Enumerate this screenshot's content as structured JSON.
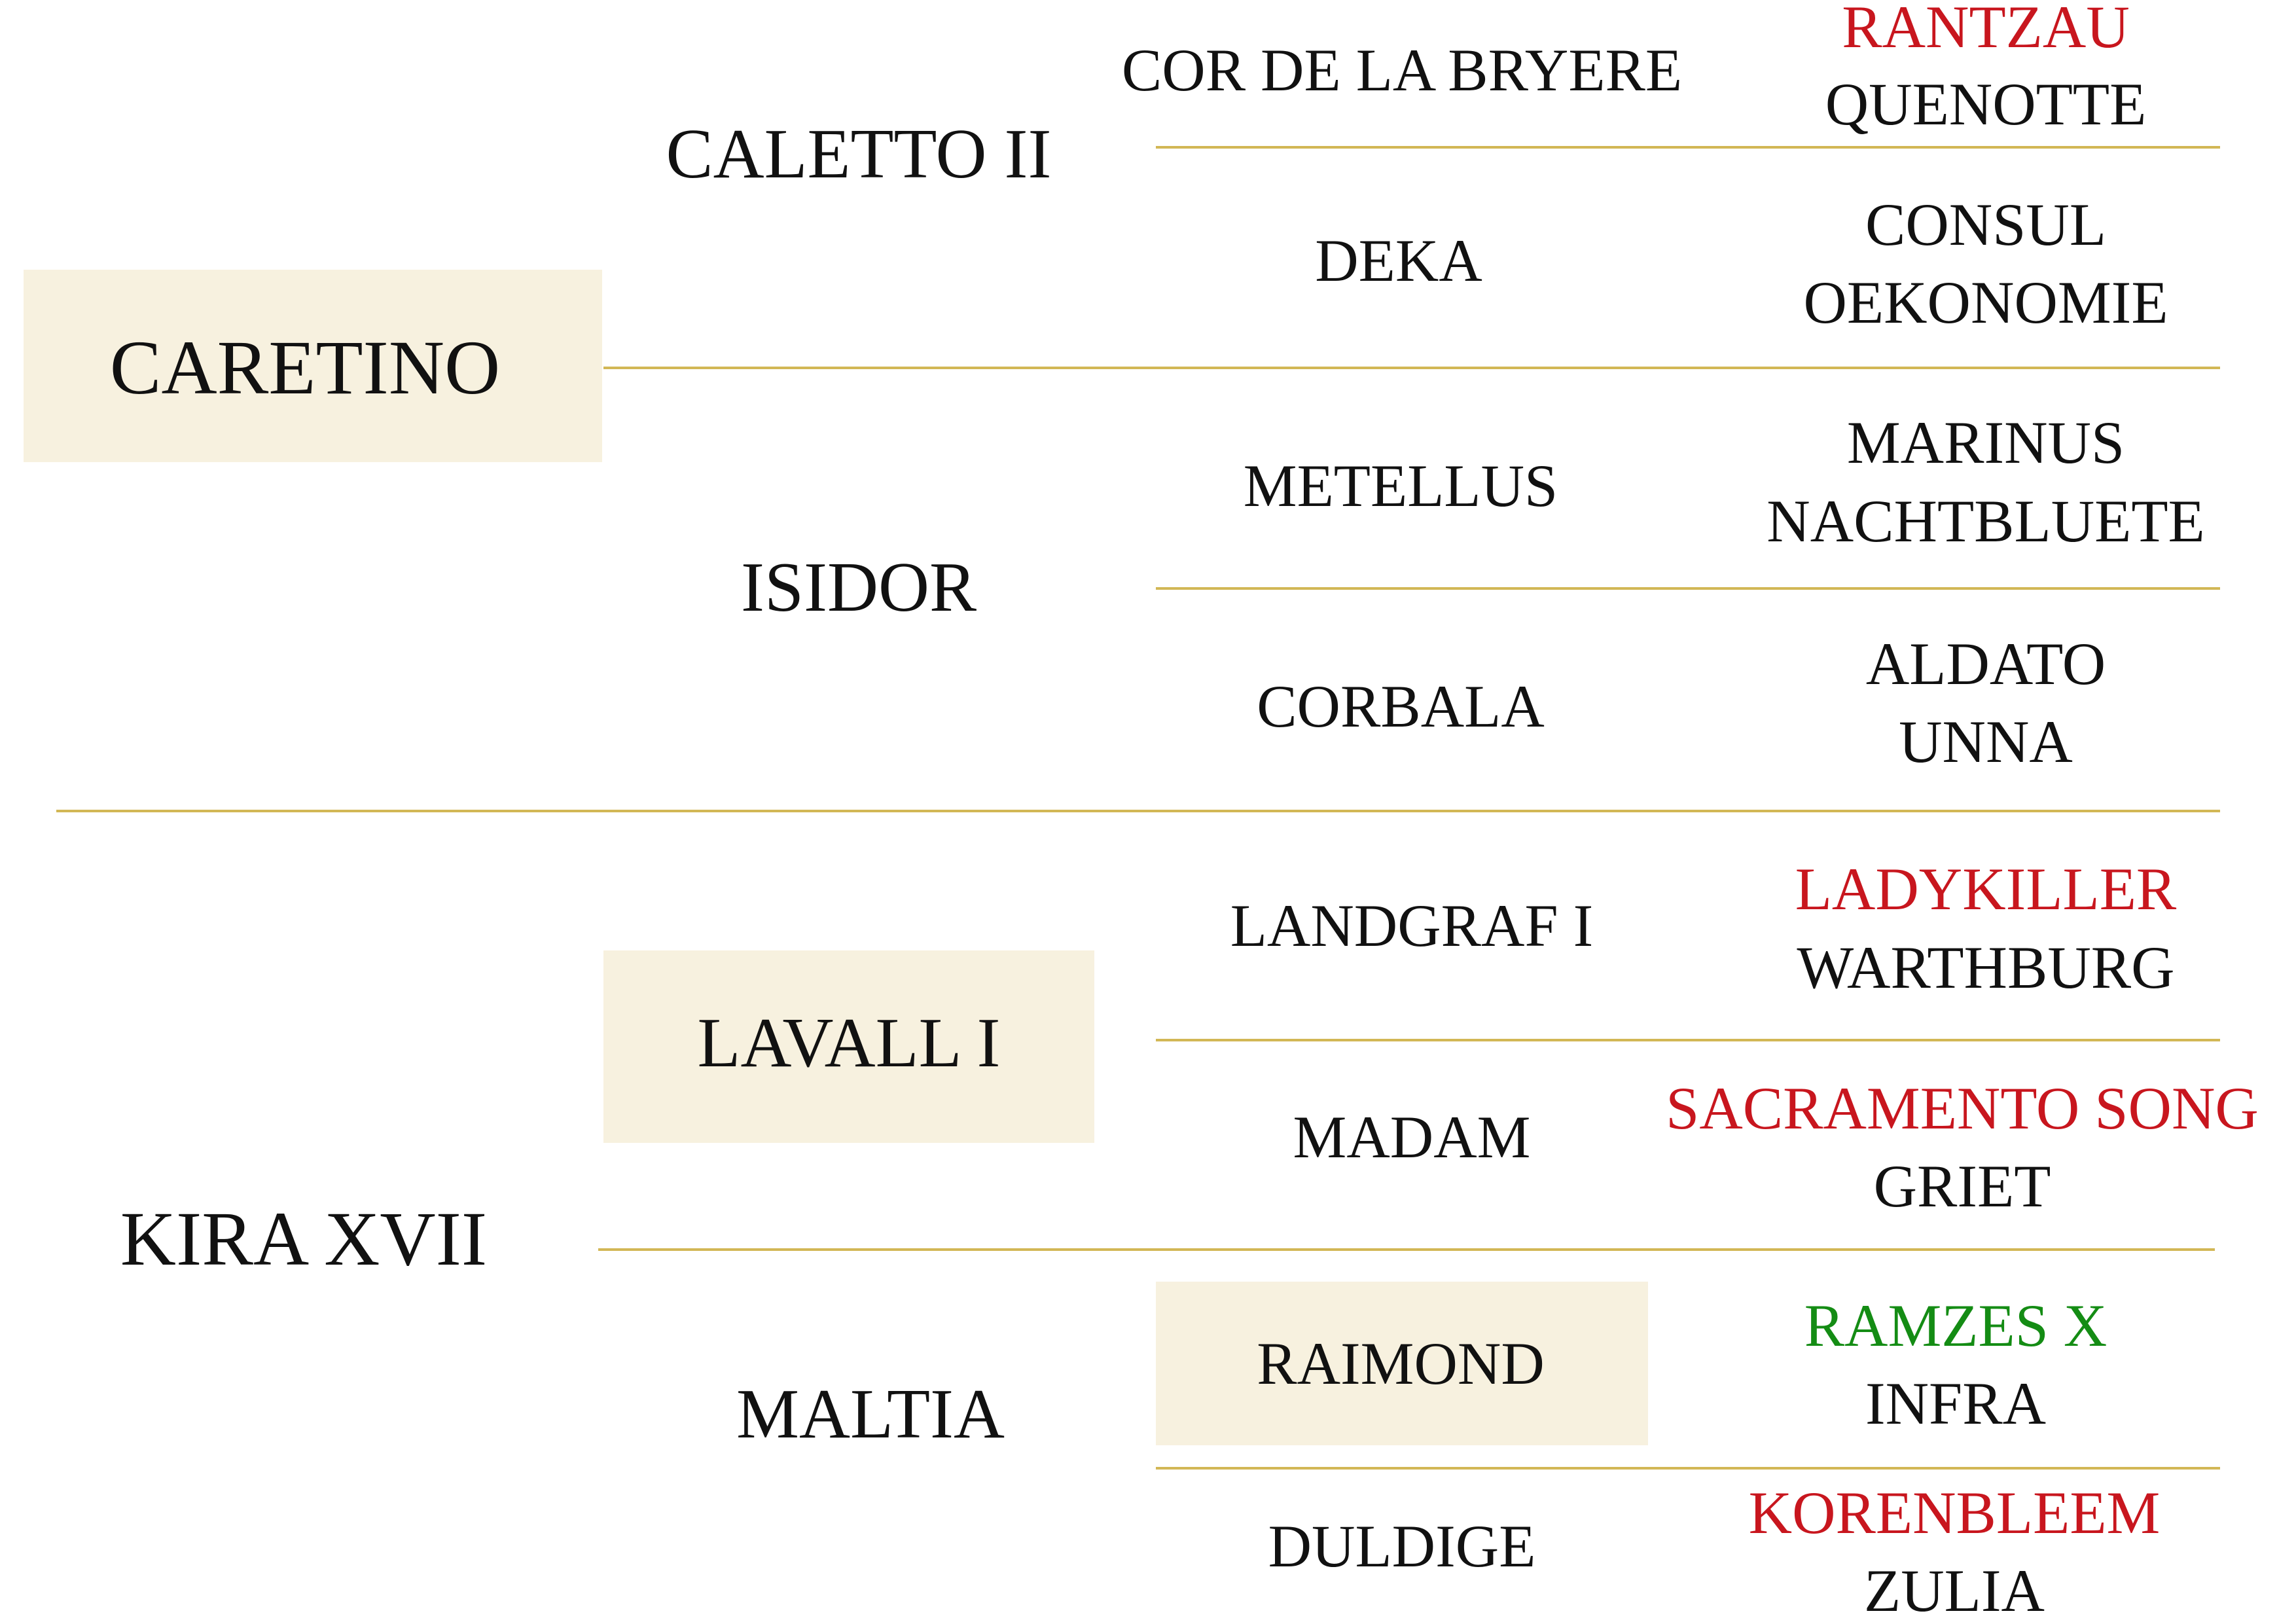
{
  "colors": {
    "rule": "#d2b755",
    "highlight_bg": "#f7f1df",
    "text_default": "#111111",
    "text_red": "#c8161e",
    "text_green": "#148c14"
  },
  "pedigree": {
    "sire": {
      "name": "CARETINO",
      "highlighted": true,
      "sire": {
        "name": "CALETTO II",
        "sire": {
          "name": "COR DE LA BRYERE",
          "sire": {
            "name": "RANTZAU",
            "color": "red"
          },
          "dam": {
            "name": "QUENOTTE",
            "color": "default"
          }
        },
        "dam": {
          "name": "DEKA",
          "sire": {
            "name": "CONSUL",
            "color": "default"
          },
          "dam": {
            "name": "OEKONOMIE",
            "color": "default"
          }
        }
      },
      "dam": {
        "name": "ISIDOR",
        "sire": {
          "name": "METELLUS",
          "sire": {
            "name": "MARINUS",
            "color": "default"
          },
          "dam": {
            "name": "NACHTBLUETE",
            "color": "default"
          }
        },
        "dam": {
          "name": "CORBALA",
          "sire": {
            "name": "ALDATO",
            "color": "default"
          },
          "dam": {
            "name": "UNNA",
            "color": "default"
          }
        }
      }
    },
    "dam": {
      "name": "KIRA XVII",
      "sire": {
        "name": "LAVALL I",
        "highlighted": true,
        "sire": {
          "name": "LANDGRAF I",
          "sire": {
            "name": "LADYKILLER",
            "color": "red"
          },
          "dam": {
            "name": "WARTHBURG",
            "color": "default"
          }
        },
        "dam": {
          "name": "MADAM",
          "sire": {
            "name": "SACRAMENTO SONG",
            "color": "red"
          },
          "dam": {
            "name": "GRIET",
            "color": "default"
          }
        }
      },
      "dam": {
        "name": "MALTIA",
        "sire": {
          "name": "RAIMOND",
          "highlighted": true,
          "sire": {
            "name": "RAMZES X",
            "color": "green"
          },
          "dam": {
            "name": "INFRA",
            "color": "default"
          }
        },
        "dam": {
          "name": "DULDIGE",
          "sire": {
            "name": "KORENBLEEM",
            "color": "red"
          },
          "dam": {
            "name": "ZULIA",
            "color": "default"
          }
        }
      }
    }
  }
}
